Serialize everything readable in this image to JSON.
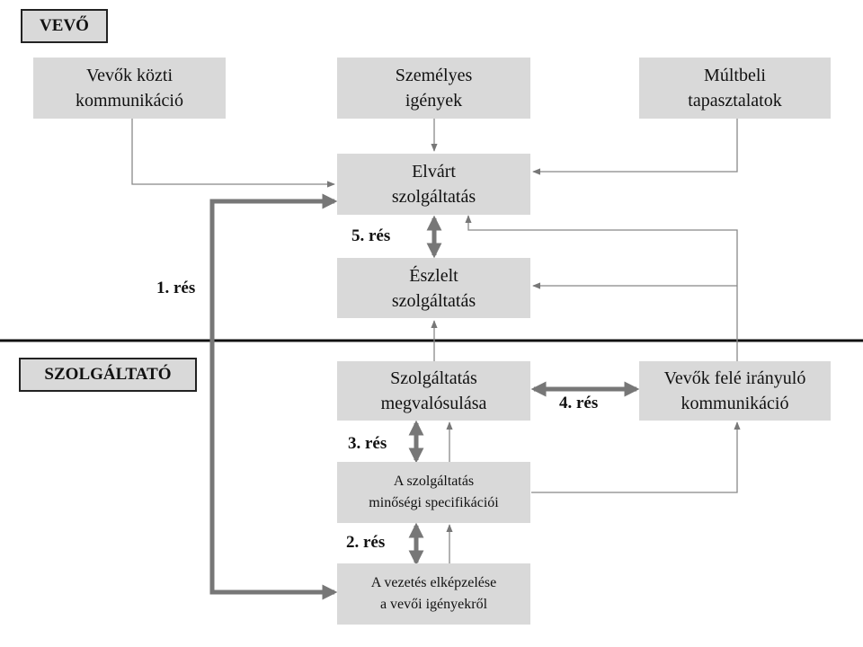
{
  "roles": {
    "customer": "VEVŐ",
    "provider": "SZOLGÁLTATÓ"
  },
  "boxes": {
    "word_of_mouth": [
      "Vevők közti",
      "kommunikáció"
    ],
    "personal_needs": [
      "Személyes",
      "igények"
    ],
    "past_experience": [
      "Múltbeli",
      "tapasztalatok"
    ],
    "expected_service": [
      "Elvárt",
      "szolgáltatás"
    ],
    "perceived_service": [
      "Észlelt",
      "szolgáltatás"
    ],
    "service_delivery": [
      "Szolgáltatás",
      "megvalósulása"
    ],
    "external_comm": [
      "Vevők felé irányuló",
      "kommunikáció"
    ],
    "quality_specs": [
      "A szolgáltatás",
      "minőségi specifikációi"
    ],
    "mgmt_perceptions": [
      "A vezetés elképzelése",
      "a vevői igényekről"
    ]
  },
  "gaps": {
    "gap1": "1. rés",
    "gap2": "2. rés",
    "gap3": "3. rés",
    "gap4": "4. rés",
    "gap5": "5. rés"
  }
}
